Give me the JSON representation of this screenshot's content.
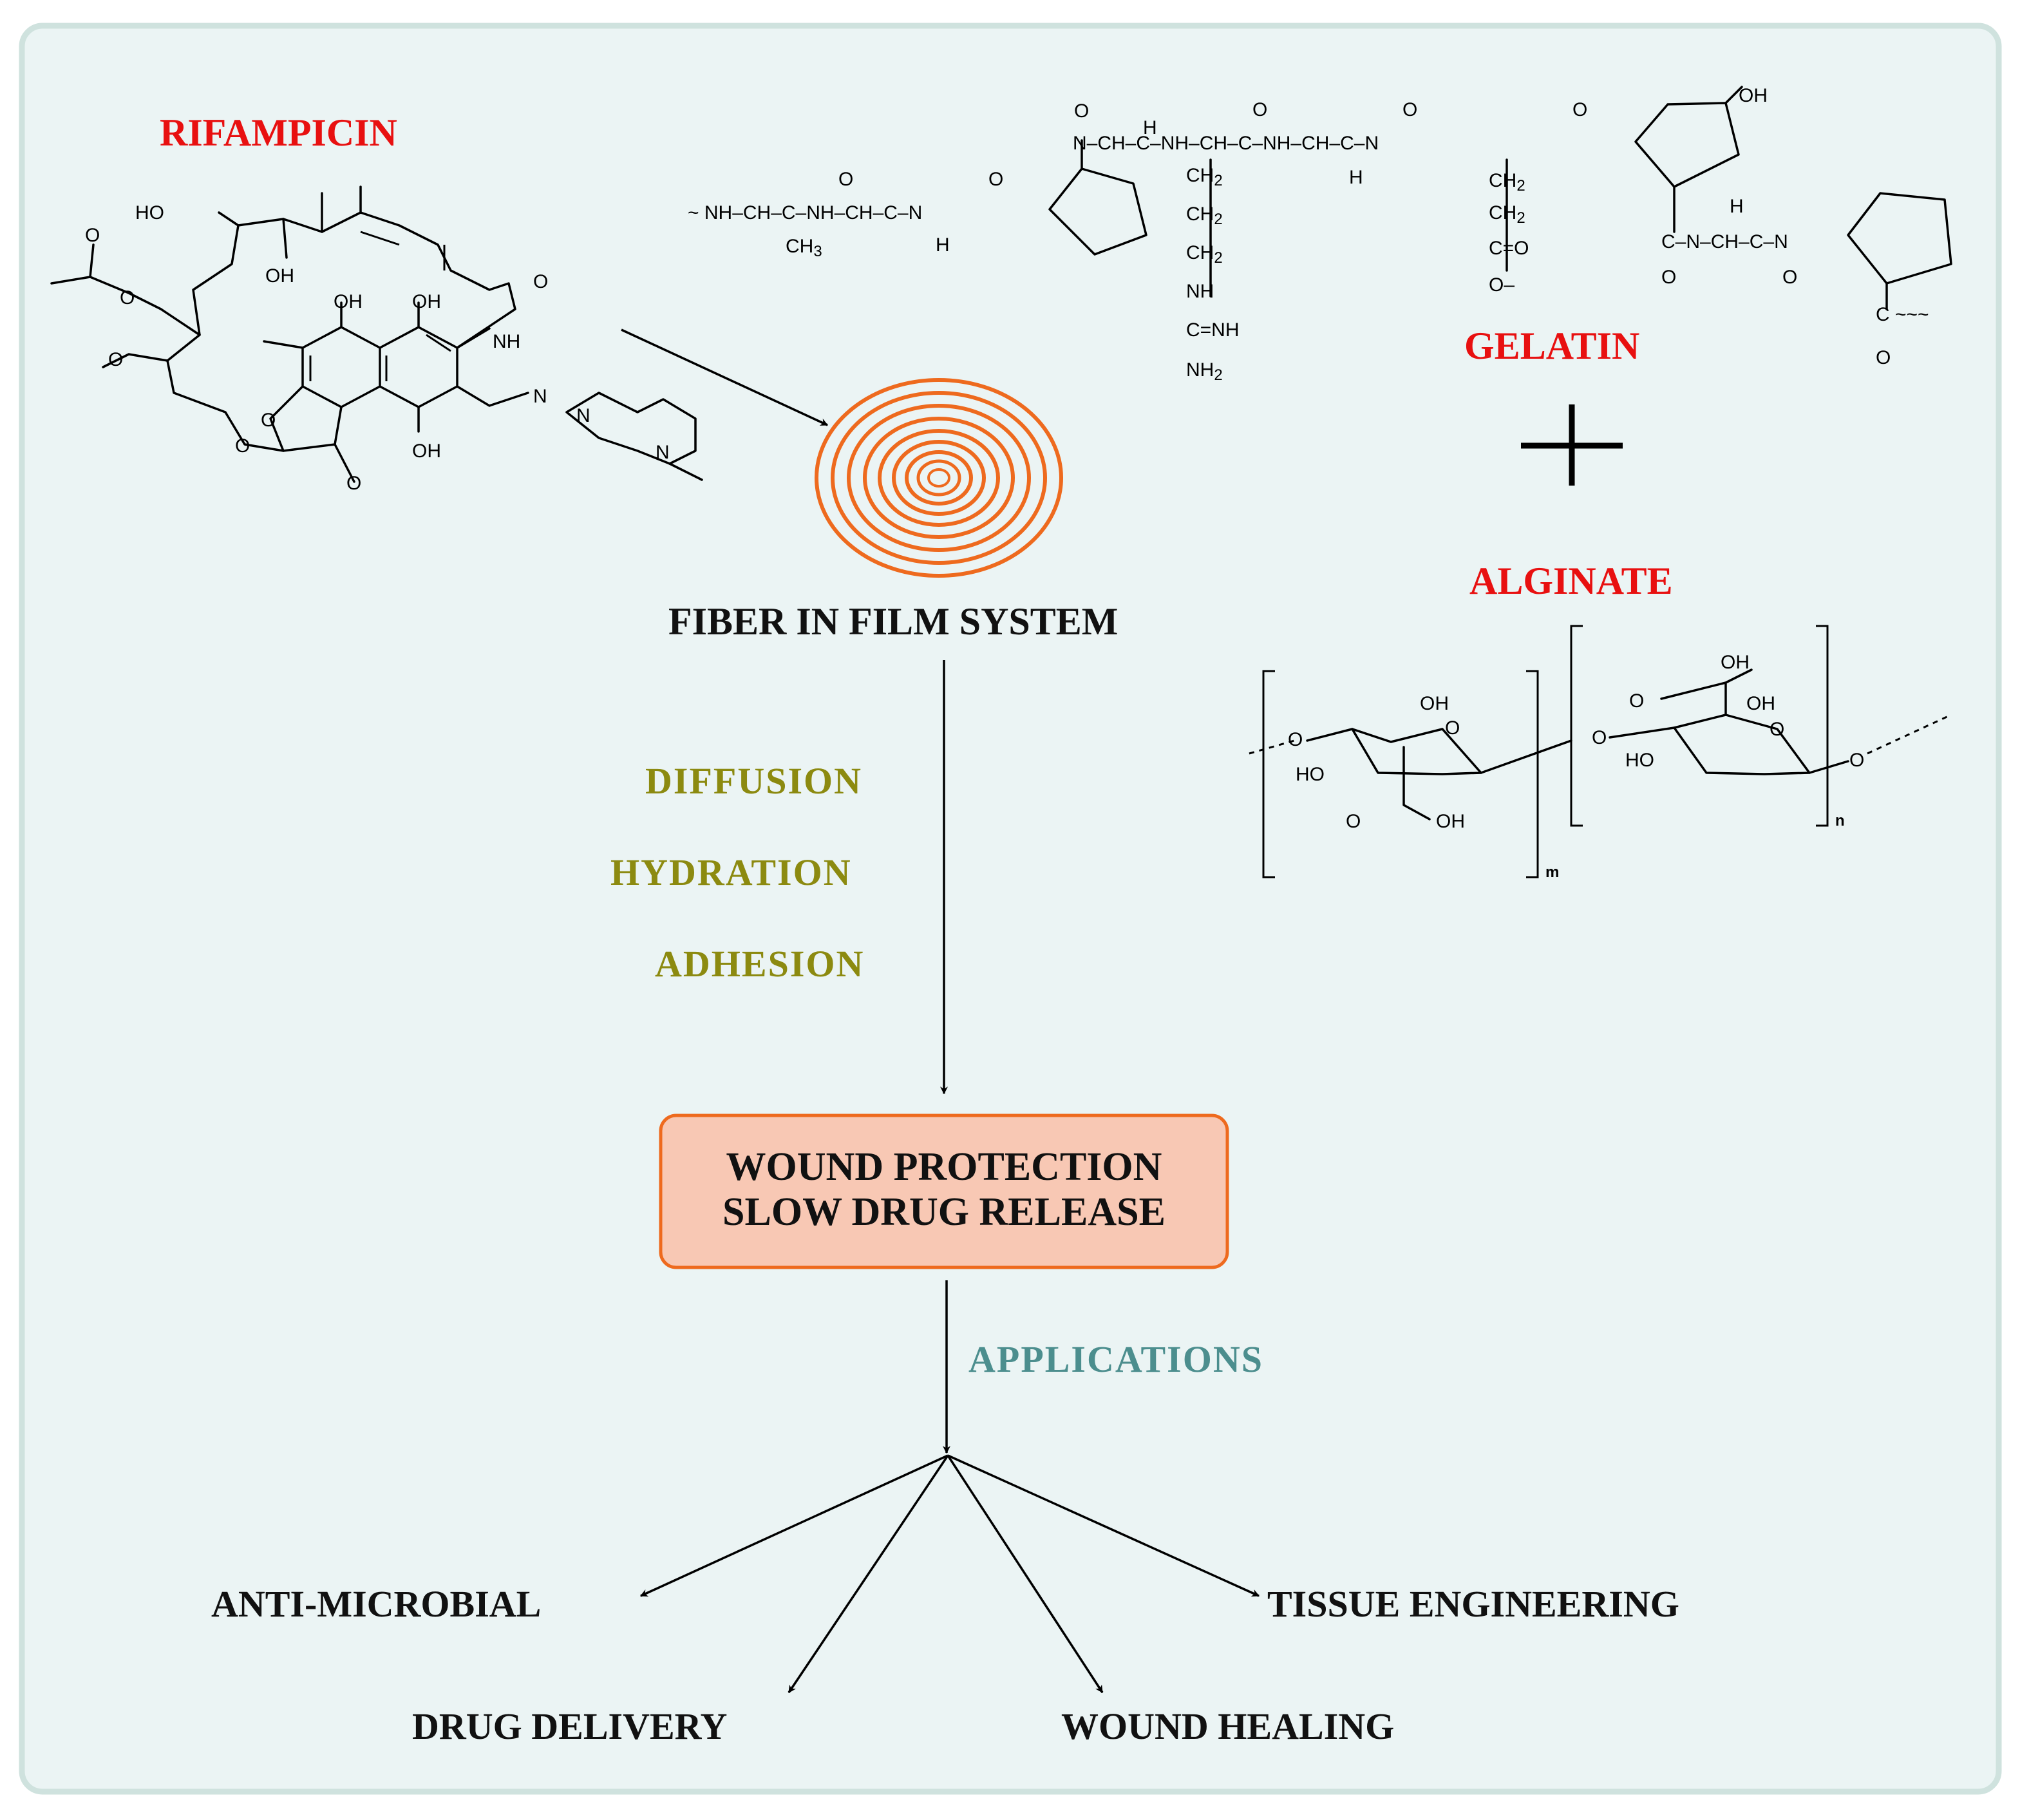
{
  "labels": {
    "rifampicin": "RIFAMPICIN",
    "gelatin": "GELATIN",
    "alginate": "ALGINATE",
    "fiber_system": "FIBER IN FILM SYSTEM",
    "process": [
      "DIFFUSION",
      "HYDRATION",
      "ADHESION"
    ],
    "box_lines": [
      "WOUND PROTECTION",
      "SLOW DRUG RELEASE"
    ],
    "applications": "APPLICATIONS",
    "outcomes": {
      "anti_microbial": "ANTI-MICROBIAL",
      "tissue_engineering": "TISSUE ENGINEERING",
      "drug_delivery": "DRUG DELIVERY",
      "wound_healing": "WOUND HEALING"
    }
  },
  "chem_text": {
    "rif": {
      "ho": "HO",
      "oh1": "OH",
      "oh2": "OH",
      "oh3": "OH",
      "oh4": "OH",
      "nh": "NH",
      "o1": "O",
      "o2": "O",
      "o3": "O",
      "o4": "O",
      "o5": "O",
      "o6": "O",
      "n1": "N",
      "n2": "N",
      "n3": "N"
    },
    "gel": {
      "chain_left": "NH–CH–C–NH–CH–C–N",
      "ch3": "CH",
      "h": "H",
      "o": "O",
      "top_chain": "N–CH–C–NH–CH–C–NH–CH–C–N",
      "ch2": "CH",
      "nh": "NH",
      "c_nh": "C=NH",
      "nh2": "NH",
      "coo": "C=O",
      "o_minus": "O–",
      "oh": "OH",
      "sub2": "2",
      "sub3": "3",
      "lower_chain": "C–N–CH–C–N",
      "c_end": "C"
    },
    "alg": {
      "o": "O",
      "oh": "OH",
      "ho": "HO",
      "m": "m",
      "n": "n"
    }
  },
  "colors": {
    "frame_border": "#cfe2de",
    "frame_fill": "#ebf4f4",
    "red": "#e81010",
    "olive": "#8c8a10",
    "teal": "#4c8e8e",
    "spiral": "#ee6a1e",
    "box_fill": "#f8c8b4",
    "box_border": "#ee6a1e"
  }
}
